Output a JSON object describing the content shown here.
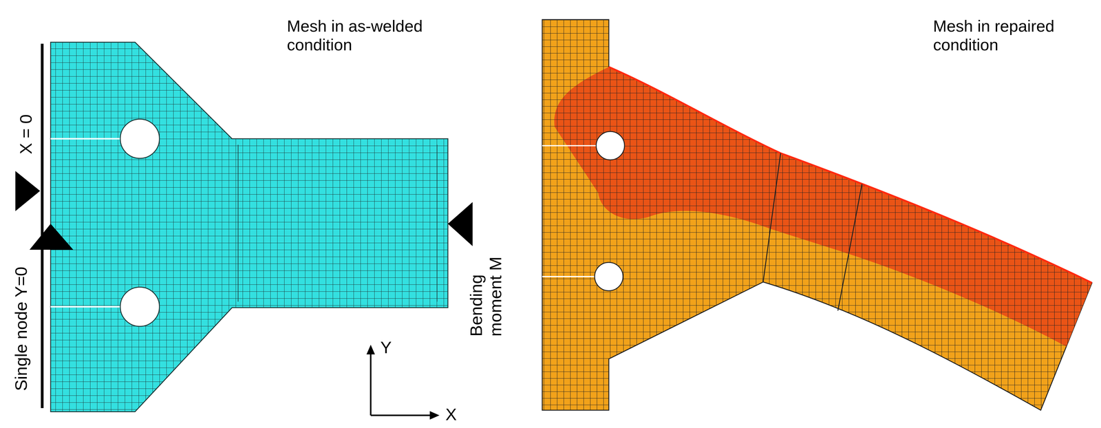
{
  "diagram": {
    "labels": [
      "Mesh in as-welded condition",
      "Mesh in repaired condition",
      "X = 0",
      "Single node Y=0",
      "Bending moment M",
      "Y",
      "X"
    ]
  }
}
